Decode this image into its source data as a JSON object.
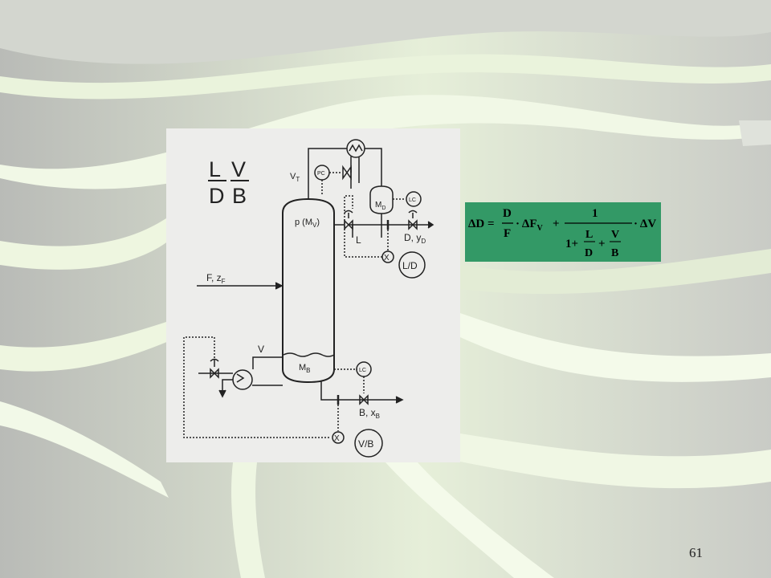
{
  "slide": {
    "page_number": "61"
  },
  "diagram": {
    "ratio_labels": {
      "l_over_d_num": "L",
      "l_over_d_den": "D",
      "v_over_b_num": "V",
      "v_over_b_den": "B"
    },
    "vapor_top_label": "V",
    "vapor_top_sub": "T",
    "pressure_label": "p (M",
    "pressure_sub": "V",
    "pressure_close": ")",
    "pressure_controller": "PC",
    "drum_label": "M",
    "drum_sub": "D",
    "drum_level_controller": "LC",
    "reflux_label": "L",
    "distillate_label": "D,  y",
    "distillate_sub": "D",
    "multiplier_top": "X",
    "ratio_top": "L/D",
    "feed_label": "F, z",
    "feed_sub": "F",
    "boilup_label": "V",
    "bottoms_holdup_label": "M",
    "bottoms_holdup_sub": "B",
    "bottom_level_controller": "LC",
    "bottoms_label": "B, x",
    "bottoms_sub": "B",
    "multiplier_bottom": "X",
    "ratio_bottom": "V/B"
  },
  "formula": {
    "lhs": "ΔD =",
    "frac1_num": "D",
    "frac1_den": "F",
    "term1": "· ΔF",
    "term1_sub": "V",
    "plus": "+",
    "frac2_num": "1",
    "den_one": "1+",
    "den_frac_a_num": "L",
    "den_frac_a_den": "D",
    "den_plus": "+",
    "den_frac_b_num": "V",
    "den_frac_b_den": "B",
    "term2": "· ΔV"
  },
  "colors": {
    "background": "#c4c6c2",
    "swoosh": "#eef8e2",
    "formula_box": "#339966",
    "diagram_bg": "#ededeb"
  }
}
